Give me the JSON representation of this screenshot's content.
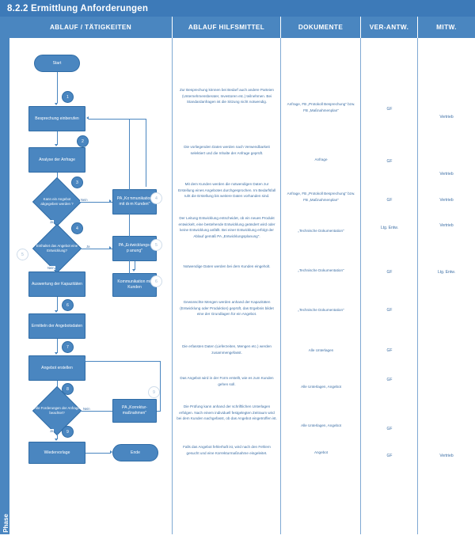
{
  "title": "8.2.2 Ermittlung Anforderungen",
  "phase_label": "Phase",
  "colors": {
    "header_blue": "#4a86c0",
    "title_blue": "#3d7ab8",
    "shape_blue": "#4a86c0",
    "shape_border": "#2f6ca6",
    "text_blue": "#3d6fa5",
    "grid_line": "#7fa9d3"
  },
  "columns": [
    {
      "key": "ablauf",
      "label": "ABLAUF / TÄTIGKEITEN"
    },
    {
      "key": "hilfsmittel",
      "label": "ABLAUF HILFSMITTEL"
    },
    {
      "key": "dokumente",
      "label": "DOKUMENTE"
    },
    {
      "key": "verantw",
      "label": "VER-ANTW."
    },
    {
      "key": "mitw",
      "label": "MITW."
    }
  ],
  "flow": {
    "start": "Start",
    "end": "Ende",
    "nodes": [
      {
        "id": "n1",
        "type": "process",
        "label": "Besprechung einberufen"
      },
      {
        "id": "n2",
        "type": "process",
        "label": "Analyse der Anfrage"
      },
      {
        "id": "n3",
        "type": "decision",
        "label": "Kann ein Angebot abgegeben werden ?"
      },
      {
        "id": "n4",
        "type": "decision",
        "label": "Enthaltet das Angebot eine Entwicklung?"
      },
      {
        "id": "n5",
        "type": "process",
        "label": "Auswertung der Kapazitäten"
      },
      {
        "id": "n6",
        "type": "process",
        "label": "Ermitteln der Angebotsdaten"
      },
      {
        "id": "n7",
        "type": "process",
        "label": "Angebot erstellen"
      },
      {
        "id": "n8",
        "type": "decision",
        "label": "Alle Forderungen der Anfrage beachtet?"
      },
      {
        "id": "n9",
        "type": "process",
        "label": "Wiedervorlage"
      }
    ],
    "side_nodes": [
      {
        "id": "s4",
        "type": "process",
        "label": "PA „Kommunikation mit dem Kunden\""
      },
      {
        "id": "s5",
        "type": "process",
        "label": "PA „Entwicklungs-planung\""
      },
      {
        "id": "s6",
        "type": "process",
        "label": "Kommunikation mit Kunden"
      },
      {
        "id": "s9",
        "type": "process",
        "label": "PA „Korrektur-maßnahmen\""
      }
    ],
    "badges": [
      "1",
      "2",
      "3",
      "4",
      "5",
      "6",
      "7",
      "8",
      "9"
    ],
    "side_badges": [
      "4",
      "5",
      "6",
      "9"
    ],
    "edge_labels": {
      "n3_no": "Nein",
      "n3_yes": "Ja",
      "n4_yes": "Ja",
      "n4_no": "Nein",
      "n8_no": "Nein",
      "n8_yes": "Ja"
    }
  },
  "rows": [
    {
      "hilfsmittel": "Zur Besprechung können bei Bedarf auch andere Parteien (Unternehmensberater, Investoren etc.) teilnehmen. Bei Standardanfragen ist die Sitzung nicht notwendig.",
      "dokumente": "Anfrage, FB „Protokoll Besprechung\" bzw. FB „Maßnahmenplan\"",
      "verantw": "GF",
      "mitw": "Vertrieb"
    },
    {
      "hilfsmittel": "Die vorliegenden Daten werden nach Verwendbarkeit selektiert und die Inhalte der Anfrage geprüft.",
      "dokumente": "Anfrage",
      "verantw": "GF",
      "mitw": "Vertrieb"
    },
    {
      "hilfsmittel": "Mit dem Kunden werden die notwendigen Daten zur Erstellung eines Angebotes durchgesprochen. Im Bedarfsfall ruht die Erstellung bis weitere Daten vorhanden sind.",
      "dokumente": "Anfrage, FB „Protokoll Besprechung\" bzw. FB „Maßnahmenplan\"",
      "verantw": "GF",
      "mitw": "Vertrieb"
    },
    {
      "hilfsmittel": "Der Leitung Entwicklung entscheidet, ob ein neues Produkt entwickelt, eine bestehende Entwicklung geändert wird oder keine Entwicklung anfällt. Bei einer Entwicklung erfolgt der Ablauf gemäß PA „Entwicklungsplanung\".",
      "dokumente": "„Technische Dokumentation\"",
      "verantw": "Ltg. Entw.",
      "mitw": "Vertrieb"
    },
    {
      "hilfsmittel": "Notwendige Daten werden bei dem Kunden eingeholt.",
      "dokumente": "„Technische Dokumentation\"",
      "verantw": "GF",
      "mitw": "Ltg. Entw."
    },
    {
      "hilfsmittel": "Gewünschte Mengen werden anhand der Kapazitäten (Entwicklung oder Produktion) geprüft, das Ergebnis bildet eine der Grundlagen für ein Angebot.",
      "dokumente": "„Technische Dokumentation\"",
      "verantw": "GF",
      "mitw": ""
    },
    {
      "hilfsmittel": "Die erfassten Daten (Lieferzeiten, Mengen etc.) werden zusammengefasst.",
      "dokumente": "Alle Unterlagen",
      "verantw": "GF",
      "mitw": ""
    },
    {
      "hilfsmittel": "Das Angebot wird in der Form erstellt, wie es zum Kunden gehen soll.",
      "dokumente": "Alle Unterlagen, Angebot",
      "verantw": "GF",
      "mitw": ""
    },
    {
      "hilfsmittel": "Die Prüfung kann anhand der schriftlichen Unterlagen erfolgen. Nach einem individuell festgelegten Zeitraum wird bei dem Kunden nachgefasst, ob das Angebot eingetroffen ist.",
      "dokumente": "Alle Unterlagen, Angebot",
      "verantw": "GF",
      "mitw": ""
    },
    {
      "hilfsmittel": "Falls das Angebot fehlerhaft ist, wird nach den Fehlern gesucht und eine Korrekturmaßnahme eingeleitet.",
      "dokumente": "Angebot",
      "verantw": "GF",
      "mitw": "Vertrieb"
    }
  ]
}
